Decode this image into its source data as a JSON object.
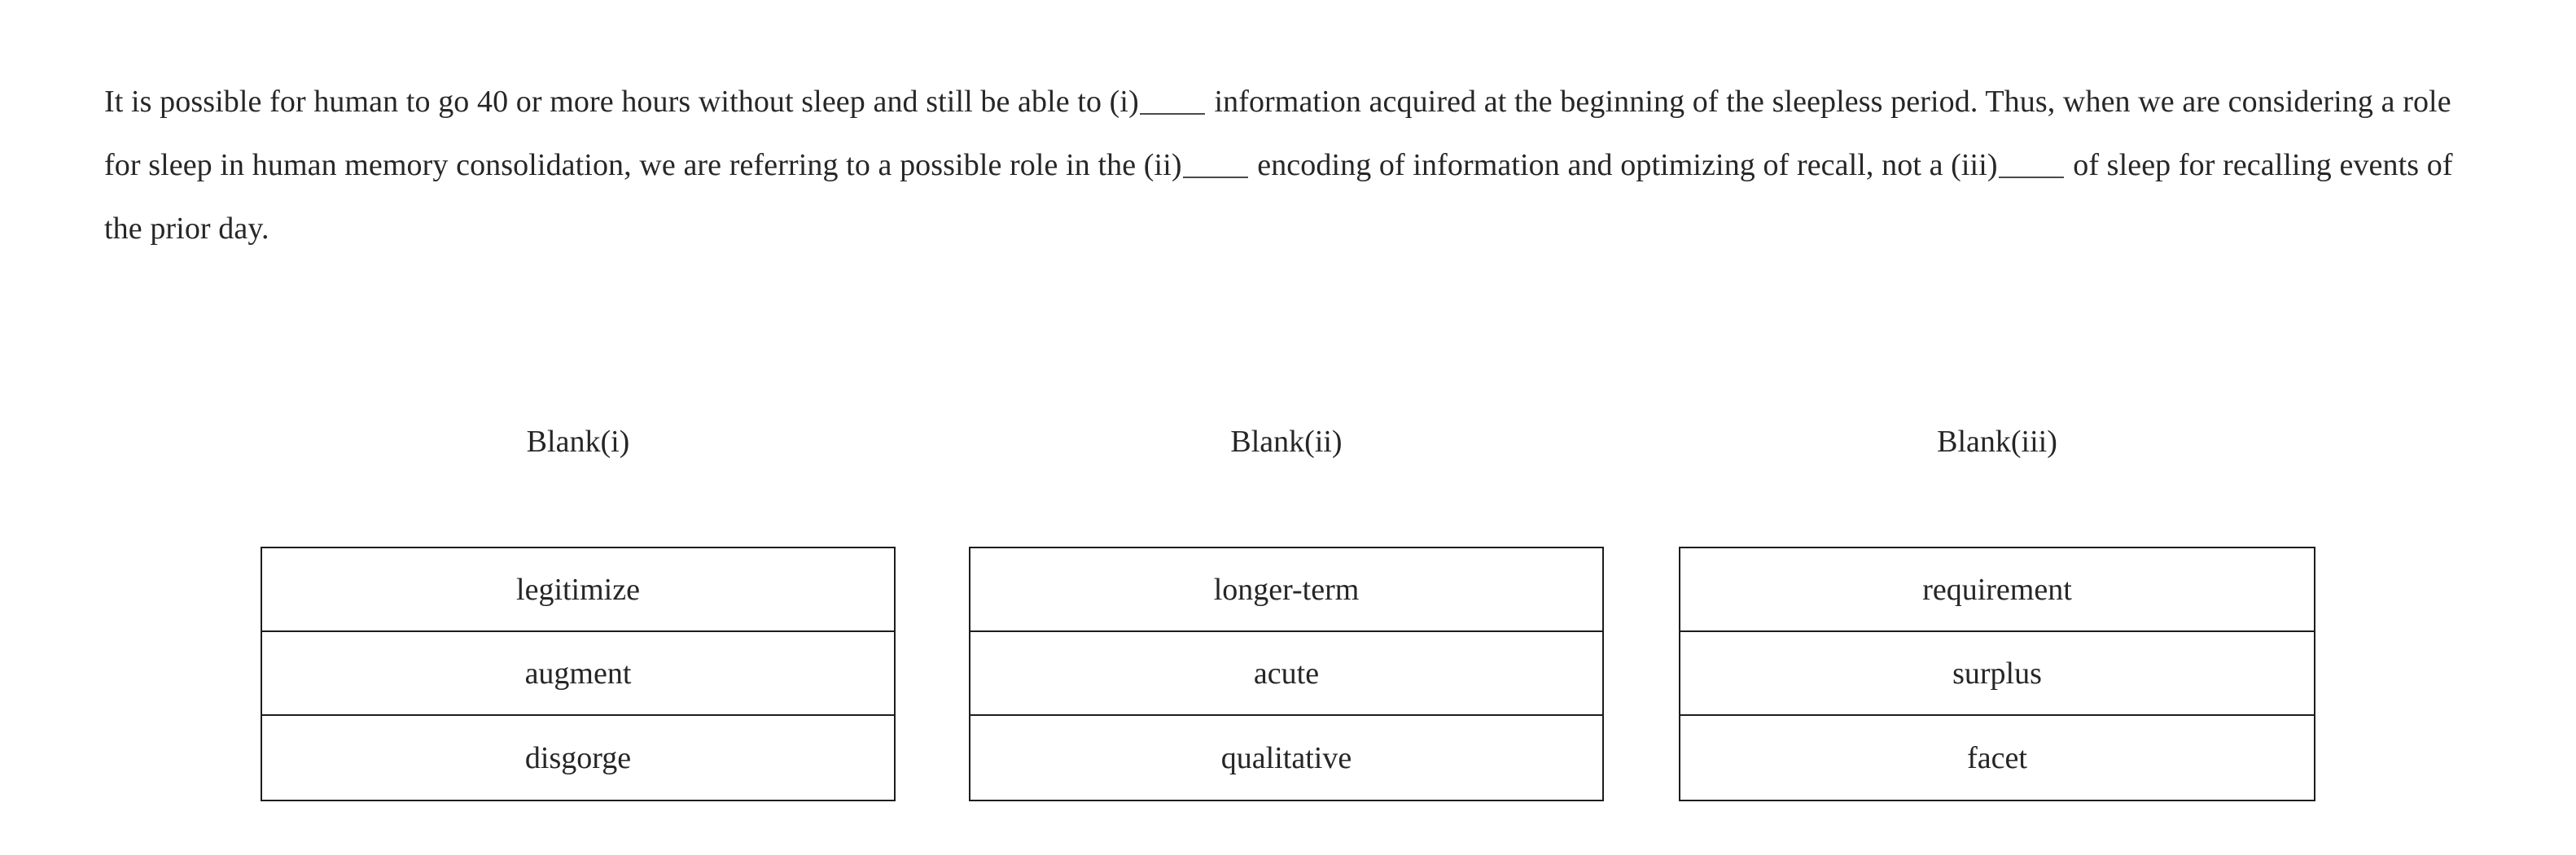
{
  "passage": {
    "segments": [
      {
        "type": "text",
        "value": "It is possible for human to go 40 or more hours without sleep and still be able to (i)"
      },
      {
        "type": "blank",
        "value": ""
      },
      {
        "type": "text",
        "value": " information acquired at the beginning of the sleepless period. Thus, when we are considering a role for sleep in human memory consolidation, we are referring to a possible role in the (ii)"
      },
      {
        "type": "blank",
        "value": ""
      },
      {
        "type": "text",
        "value": " encoding of information and optimizing of recall, not a (iii)"
      },
      {
        "type": "blank",
        "value": ""
      },
      {
        "type": "text",
        "value": " of sleep for recalling events of the prior day."
      }
    ],
    "part1": "It is possible for human to go 40 or more hours without sleep and still be able to (i)",
    "part2": " information acquired at the beginning of the sleepless period. Thus, when we are considering a role for sleep in human memory consolidation, we are referring to a possible role in the (ii)",
    "part3": " encoding of information and optimizing of recall, not a (iii)",
    "part4": " of sleep for recalling events of the prior day."
  },
  "columns": [
    {
      "header": "Blank(i)",
      "options": [
        "legitimize",
        "augment",
        "disgorge"
      ]
    },
    {
      "header": "Blank(ii)",
      "options": [
        "longer-term",
        "acute",
        "qualitative"
      ]
    },
    {
      "header": "Blank(iii)",
      "options": [
        "requirement",
        "surplus",
        "facet"
      ]
    }
  ],
  "colors": {
    "background": "#ffffff",
    "text": "#262626",
    "border": "#1d1d1d"
  }
}
